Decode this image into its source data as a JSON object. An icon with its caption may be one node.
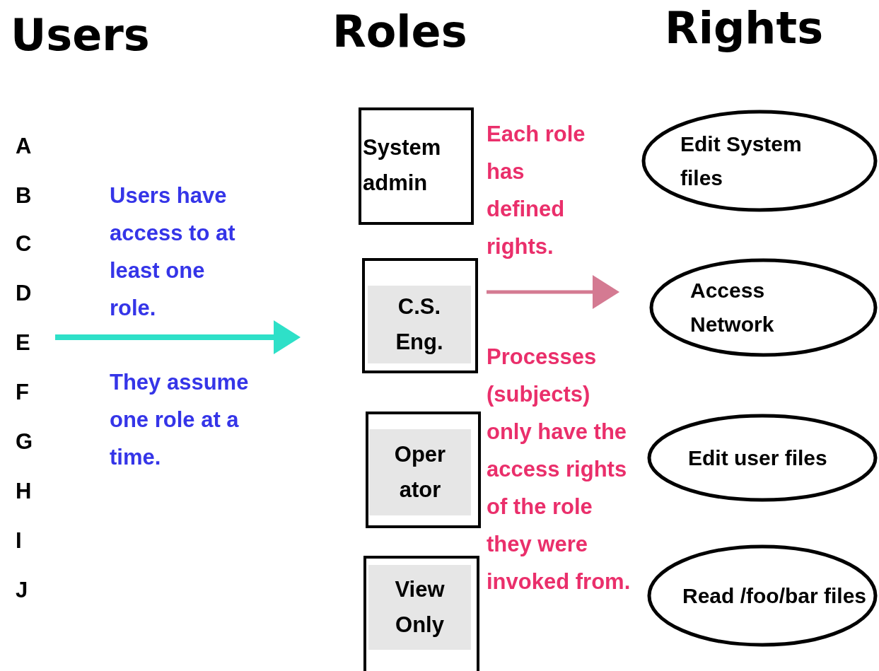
{
  "diagram": {
    "nodes": [
      {
        "text": [
          "System admin"
        ]
      },
      {
        "text": [
          "C.S. Eng."
        ]
      },
      {
        "text": [
          "Oper ator"
        ]
      },
      {
        "text": [
          "View Only"
        ]
      },
      {
        "text": [
          "Edit System files"
        ]
      },
      {
        "text": [
          "Access Network"
        ]
      },
      {
        "text": [
          "Edit user files"
        ]
      },
      {
        "text": [
          "Read /foo/bar files"
        ]
      }
    ],
    "labels": [
      "Users",
      "Roles",
      "Rights",
      "A",
      "B",
      "C",
      "D",
      "E",
      "F",
      "G",
      "H",
      "I",
      "J",
      "Users have access to at least one role.",
      "They assume one role at a time.",
      "Each role has defined rights.",
      "Processes (subjects) only have the access rights of the role they were invoked from."
    ]
  }
}
